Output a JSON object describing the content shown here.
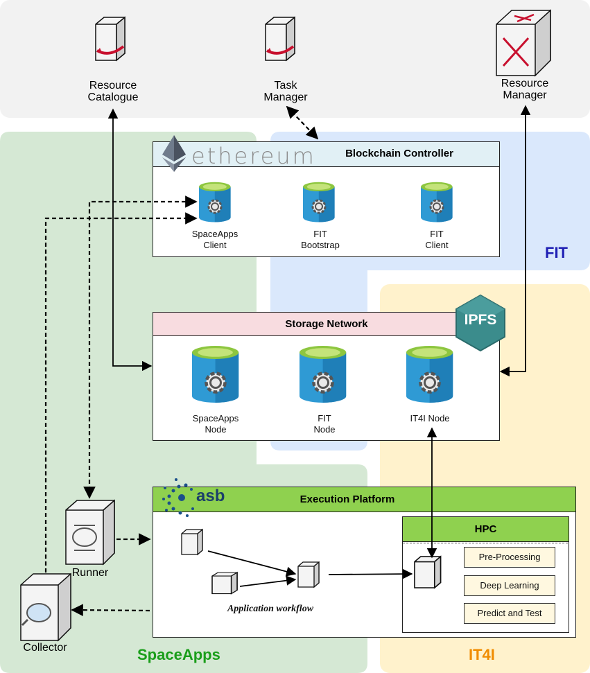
{
  "actors": {
    "resource_catalogue": "Resource\nCatalogue",
    "task_manager": "Task\nManager",
    "resource_manager": "Resource\nManager",
    "runner": "Runner",
    "collector": "Collector"
  },
  "zones": {
    "fit": "FIT",
    "it4i": "IT4I",
    "spaceapps": "SpaceApps"
  },
  "blockchain": {
    "logo_text": "ethereum",
    "title": "Blockchain Controller",
    "nodes": [
      "SpaceApps\nClient",
      "FIT\nBootstrap",
      "FIT\nClient"
    ]
  },
  "storage": {
    "title": "Storage Network",
    "logo_text": "IPFS",
    "nodes": [
      "SpaceApps\nNode",
      "FIT\nNode",
      "IT4I Node"
    ]
  },
  "execution": {
    "logo_text": "asb",
    "title": "Execution Platform",
    "workflow_label": "Application workflow",
    "hpc": {
      "title": "HPC",
      "steps": [
        "Pre-Processing",
        "Deep Learning",
        "Predict and Test"
      ]
    }
  },
  "colors": {
    "top_band": "#f2f2f2",
    "spaceapps_zone": "#d5e8d4",
    "fit_zone": "#dae8fc",
    "it4i_zone": "#fff2cc",
    "spaceapps_label": "#1a9e1a",
    "fit_label": "#1f1fb4",
    "it4i_label": "#f08c00",
    "blockchain_header": "#e1f0f5",
    "storage_header": "#f8dce0",
    "execution_header": "#8fd14f",
    "cylinder_blue": "#2f9ad4",
    "cylinder_top": "#8dc63f"
  }
}
